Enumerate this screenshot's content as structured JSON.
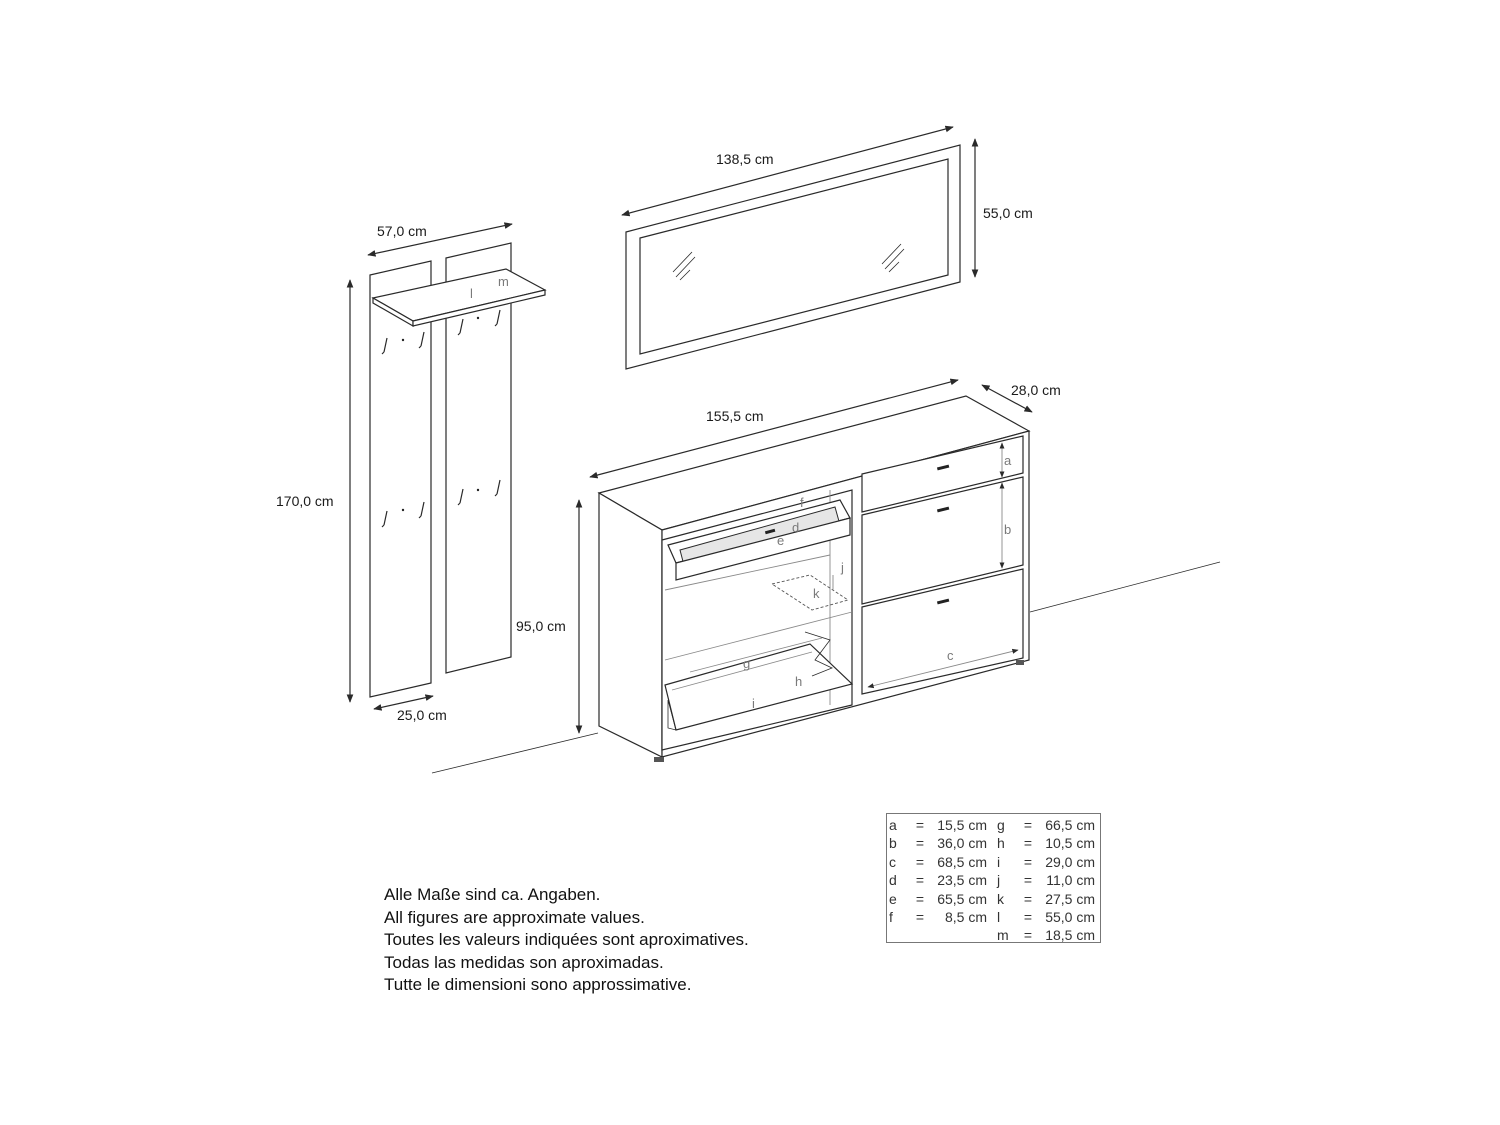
{
  "dimensions": {
    "mirror_width": "138,5 cm",
    "mirror_height": "55,0 cm",
    "coat_rack_width": "57,0 cm",
    "coat_rack_height": "170,0 cm",
    "coat_rack_panel_width": "25,0 cm",
    "cabinet_width": "155,5 cm",
    "cabinet_depth": "28,0 cm",
    "cabinet_height": "95,0 cm"
  },
  "part_labels": {
    "a": "a",
    "b": "b",
    "c": "c",
    "d": "d",
    "e": "e",
    "f": "f",
    "g": "g",
    "h": "h",
    "i": "i",
    "j": "j",
    "k": "k",
    "l": "l",
    "m": "m"
  },
  "notes": [
    "Alle Maße sind ca. Angaben.",
    "All figures are approximate values.",
    "Toutes les valeurs indiquées sont aproximatives.",
    "Todas las medidas son aproximadas.",
    "Tutte le dimensioni sono approssimative."
  ],
  "legend": {
    "equals": "=",
    "rows": [
      {
        "k1": "a",
        "v1": "15,5 cm",
        "k2": "g",
        "v2": "66,5 cm"
      },
      {
        "k1": "b",
        "v1": "36,0 cm",
        "k2": "h",
        "v2": "10,5 cm"
      },
      {
        "k1": "c",
        "v1": "68,5 cm",
        "k2": "i",
        "v2": "29,0 cm"
      },
      {
        "k1": "d",
        "v1": "23,5 cm",
        "k2": "j",
        "v2": "11,0 cm"
      },
      {
        "k1": "e",
        "v1": "65,5 cm",
        "k2": "k",
        "v2": "27,5 cm"
      },
      {
        "k1": "f",
        "v1": "8,5 cm",
        "k2": "l",
        "v2": "55,0 cm"
      },
      {
        "k1": "",
        "v1": "",
        "k2": "m",
        "v2": "18,5 cm"
      }
    ]
  }
}
